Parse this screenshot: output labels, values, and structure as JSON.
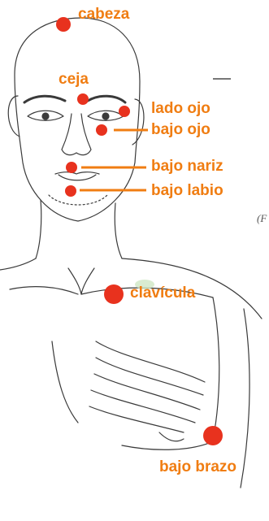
{
  "colors": {
    "point": "#e8321e",
    "label": "#f07d12",
    "sketch": "#3a3a3a"
  },
  "points": [
    {
      "id": "cabeza",
      "label": "cabeza"
    },
    {
      "id": "ceja",
      "label": "ceja"
    },
    {
      "id": "lado-ojo",
      "label": "lado ojo"
    },
    {
      "id": "bajo-ojo",
      "label": "bajo ojo"
    },
    {
      "id": "bajo-nariz",
      "label": "bajo nariz"
    },
    {
      "id": "bajo-labio",
      "label": "bajo labio"
    },
    {
      "id": "clavicula",
      "label": "clavícula"
    },
    {
      "id": "bajo-brazo",
      "label": "bajo brazo"
    }
  ],
  "side_text": "(F"
}
